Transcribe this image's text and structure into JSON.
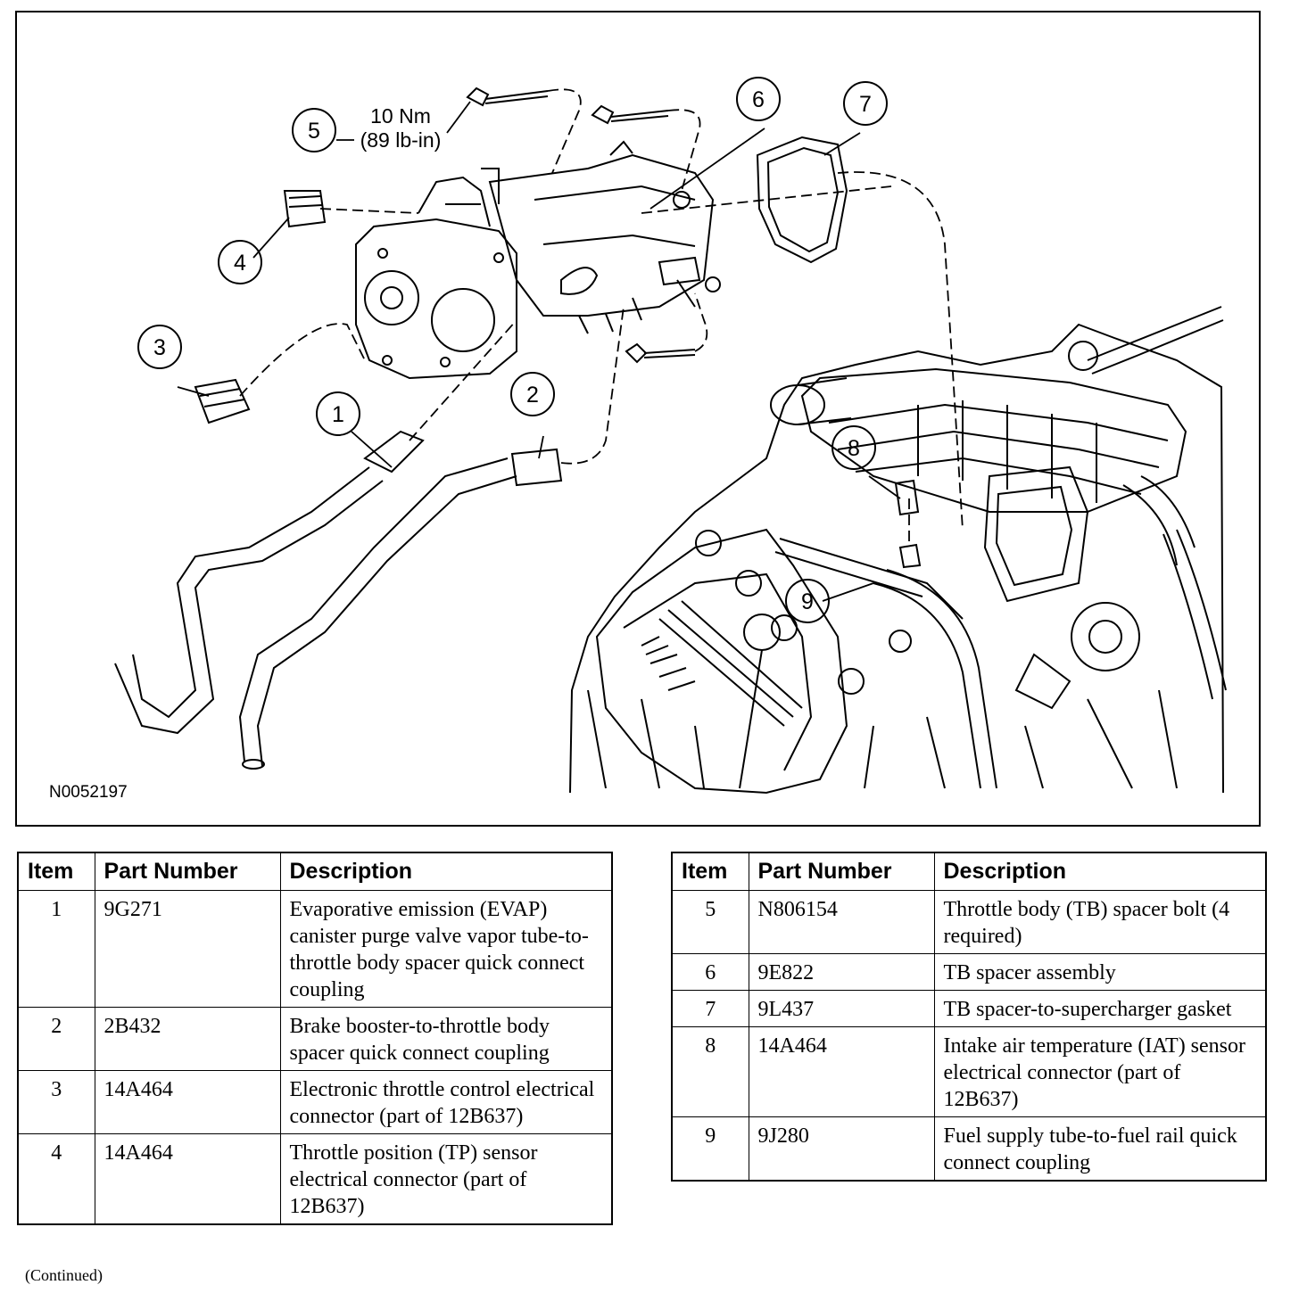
{
  "figure": {
    "id": "N0052197",
    "torque": {
      "value": "10 Nm",
      "imperial": "(89 lb-in)"
    },
    "callouts": [
      "1",
      "2",
      "3",
      "4",
      "5",
      "6",
      "7",
      "8",
      "9"
    ]
  },
  "tables": {
    "headers": {
      "item": "Item",
      "part_number": "Part Number",
      "description": "Description"
    },
    "left": {
      "rows": [
        {
          "item": "1",
          "part": "9G271",
          "desc": "Evaporative emission (EVAP) canister purge valve vapor tube-to-throttle body spacer quick connect coupling"
        },
        {
          "item": "2",
          "part": "2B432",
          "desc": "Brake booster-to-throttle body spacer quick connect coupling"
        },
        {
          "item": "3",
          "part": "14A464",
          "desc": "Electronic throttle control electrical connector (part of 12B637)"
        },
        {
          "item": "4",
          "part": "14A464",
          "desc": "Throttle position (TP) sensor electrical connector (part of 12B637)"
        }
      ]
    },
    "right": {
      "rows": [
        {
          "item": "5",
          "part": "N806154",
          "desc": "Throttle body (TB) spacer bolt (4 required)"
        },
        {
          "item": "6",
          "part": "9E822",
          "desc": "TB spacer assembly"
        },
        {
          "item": "7",
          "part": "9L437",
          "desc": "TB spacer-to-supercharger gasket"
        },
        {
          "item": "8",
          "part": "14A464",
          "desc": "Intake air temperature (IAT) sensor electrical connector (part of 12B637)"
        },
        {
          "item": "9",
          "part": "9J280",
          "desc": "Fuel supply tube-to-fuel rail quick connect coupling"
        }
      ]
    }
  },
  "footer": {
    "continued": "(Continued)"
  }
}
